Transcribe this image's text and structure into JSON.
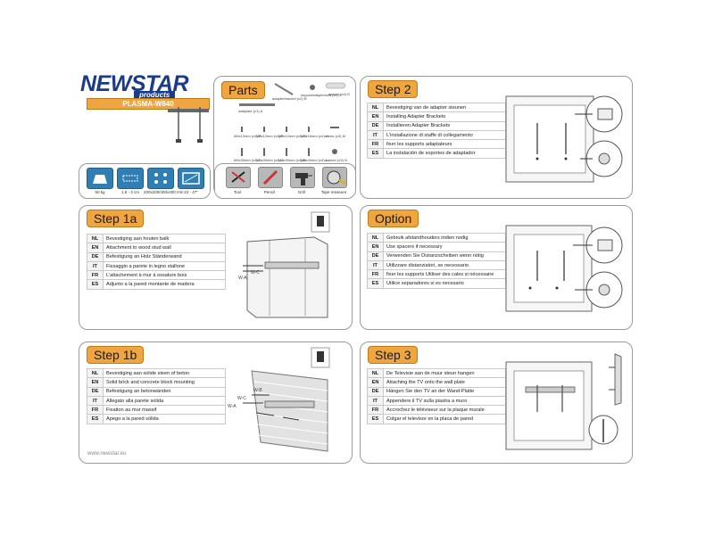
{
  "brand": {
    "name": "NEWSTAR",
    "sub": "products",
    "model": "PLASMA-W840",
    "footer_url": "www.newstar.eu"
  },
  "parts": {
    "label": "Parts",
    "items": [
      {
        "name": "wallplate",
        "qty": "(x1)",
        "code": "A"
      },
      {
        "name": "adapterbracket",
        "qty": "(x2)",
        "code": "B"
      },
      {
        "name": "supportadapterlock",
        "qty": "(x1)",
        "code": "C"
      },
      {
        "name": "spacer",
        "qty": "(x4)",
        "code": "D"
      },
      {
        "name": "M4x12mm",
        "qty": "(x4)",
        "code": "E"
      },
      {
        "name": "M5x12mm",
        "qty": "(x4)",
        "code": "F"
      },
      {
        "name": "M6x12mm",
        "qty": "(x4)",
        "code": "G"
      },
      {
        "name": "M8x16mm",
        "qty": "(x4)",
        "code": "H"
      },
      {
        "name": "M4x30mm",
        "qty": "(x4)",
        "code": "I"
      },
      {
        "name": "M5x30mm",
        "qty": "(x4)",
        "code": "J"
      },
      {
        "name": "M6x30mm",
        "qty": "(x4)",
        "code": "K"
      },
      {
        "name": "M8x40mm",
        "qty": "(x4)",
        "code": "L"
      },
      {
        "name": "screw",
        "qty": "(x3)",
        "code": "M"
      },
      {
        "name": "washer",
        "qty": "(x3)",
        "code": "N"
      },
      {
        "name": "plug",
        "qty": "(x3)",
        "code": "O"
      },
      {
        "name": "anchor",
        "qty": "(x4)",
        "code": "P"
      }
    ]
  },
  "specs": [
    {
      "icon": "weight-icon",
      "caption": "50 kg"
    },
    {
      "icon": "wall-distance-icon",
      "caption": "1.5 - 3 cm"
    },
    {
      "icon": "vesa-icon",
      "caption": "200x200/400x400 mm"
    },
    {
      "icon": "screen-size-icon",
      "caption": "22 - 47\""
    }
  ],
  "tools": [
    {
      "icon": "tool-icon",
      "caption": "Tool"
    },
    {
      "icon": "pencil-icon",
      "caption": "Pencil"
    },
    {
      "icon": "drill-icon",
      "caption": "Drill"
    },
    {
      "icon": "tape-measure-icon",
      "caption": "Tape measure"
    }
  ],
  "step1a": {
    "label": "Step 1a",
    "rows": [
      {
        "code": "NL",
        "text": "Bevestiging aan houten balk"
      },
      {
        "code": "EN",
        "text": "Attachment to wood stud wall"
      },
      {
        "code": "DE",
        "text": "Befestigung an Holz Ständerwand"
      },
      {
        "code": "IT",
        "text": "Fissaggio a parete in legno stallone"
      },
      {
        "code": "FR",
        "text": "L'attachement à mur à ossature bois"
      },
      {
        "code": "ES",
        "text": "Adjunto a la pared montante de madera"
      }
    ],
    "callouts": [
      "W-A",
      "W-C"
    ]
  },
  "step1b": {
    "label": "Step 1b",
    "rows": [
      {
        "code": "NL",
        "text": "Bevestiging aan solide steen of beton"
      },
      {
        "code": "EN",
        "text": "Solid brick and concrete block mounting"
      },
      {
        "code": "DE",
        "text": "Befestigung an betonwänden"
      },
      {
        "code": "IT",
        "text": "Allegato alla parete solida"
      },
      {
        "code": "FR",
        "text": "Fixation au mur massif"
      },
      {
        "code": "ES",
        "text": "Apego a la pared sólida"
      }
    ],
    "callouts": [
      "W-B",
      "W-C",
      "W-A"
    ]
  },
  "step2": {
    "label": "Step 2",
    "rows": [
      {
        "code": "NL",
        "text": "Bevestiging van de adapter steunen"
      },
      {
        "code": "EN",
        "text": "Installing Adapter Brackets"
      },
      {
        "code": "DE",
        "text": "Installieren Adapter Brackets"
      },
      {
        "code": "IT",
        "text": "L'installazione di staffe di collegamento"
      },
      {
        "code": "FR",
        "text": "fixer les supports adaptateurs"
      },
      {
        "code": "ES",
        "text": "La instalación de soportes de adaptador"
      }
    ]
  },
  "option": {
    "label": "Option",
    "rows": [
      {
        "code": "NL",
        "text": "Gebruik afstandhouders indien nodig"
      },
      {
        "code": "EN",
        "text": "Use spacers if necessary"
      },
      {
        "code": "DE",
        "text": "Verwenden Sie Distanzscheiben wenn nötig"
      },
      {
        "code": "IT",
        "text": "Utilizzare distanziatori, se necessario"
      },
      {
        "code": "FR",
        "text": "fixer les supports Utiliser des cales si nécessaire"
      },
      {
        "code": "ES",
        "text": "Utilice separadores si es necesario"
      }
    ]
  },
  "step3": {
    "label": "Step 3",
    "rows": [
      {
        "code": "NL",
        "text": "De Televisie aan de muur steun hangen"
      },
      {
        "code": "EN",
        "text": "Attaching the TV onto the wall plate"
      },
      {
        "code": "DE",
        "text": "Hängen Sie den TV an der Wand-Platte"
      },
      {
        "code": "IT",
        "text": "Appendere il TV sulla piastra a muro"
      },
      {
        "code": "FR",
        "text": "Accrochez le téléviseur sur la plaque murale"
      },
      {
        "code": "ES",
        "text": "Colgar el televisor en la placa de pared"
      }
    ]
  },
  "colors": {
    "accent": "#f0a640",
    "brand_blue": "#1a3b8a",
    "spec_blue": "#2f7fb5"
  }
}
